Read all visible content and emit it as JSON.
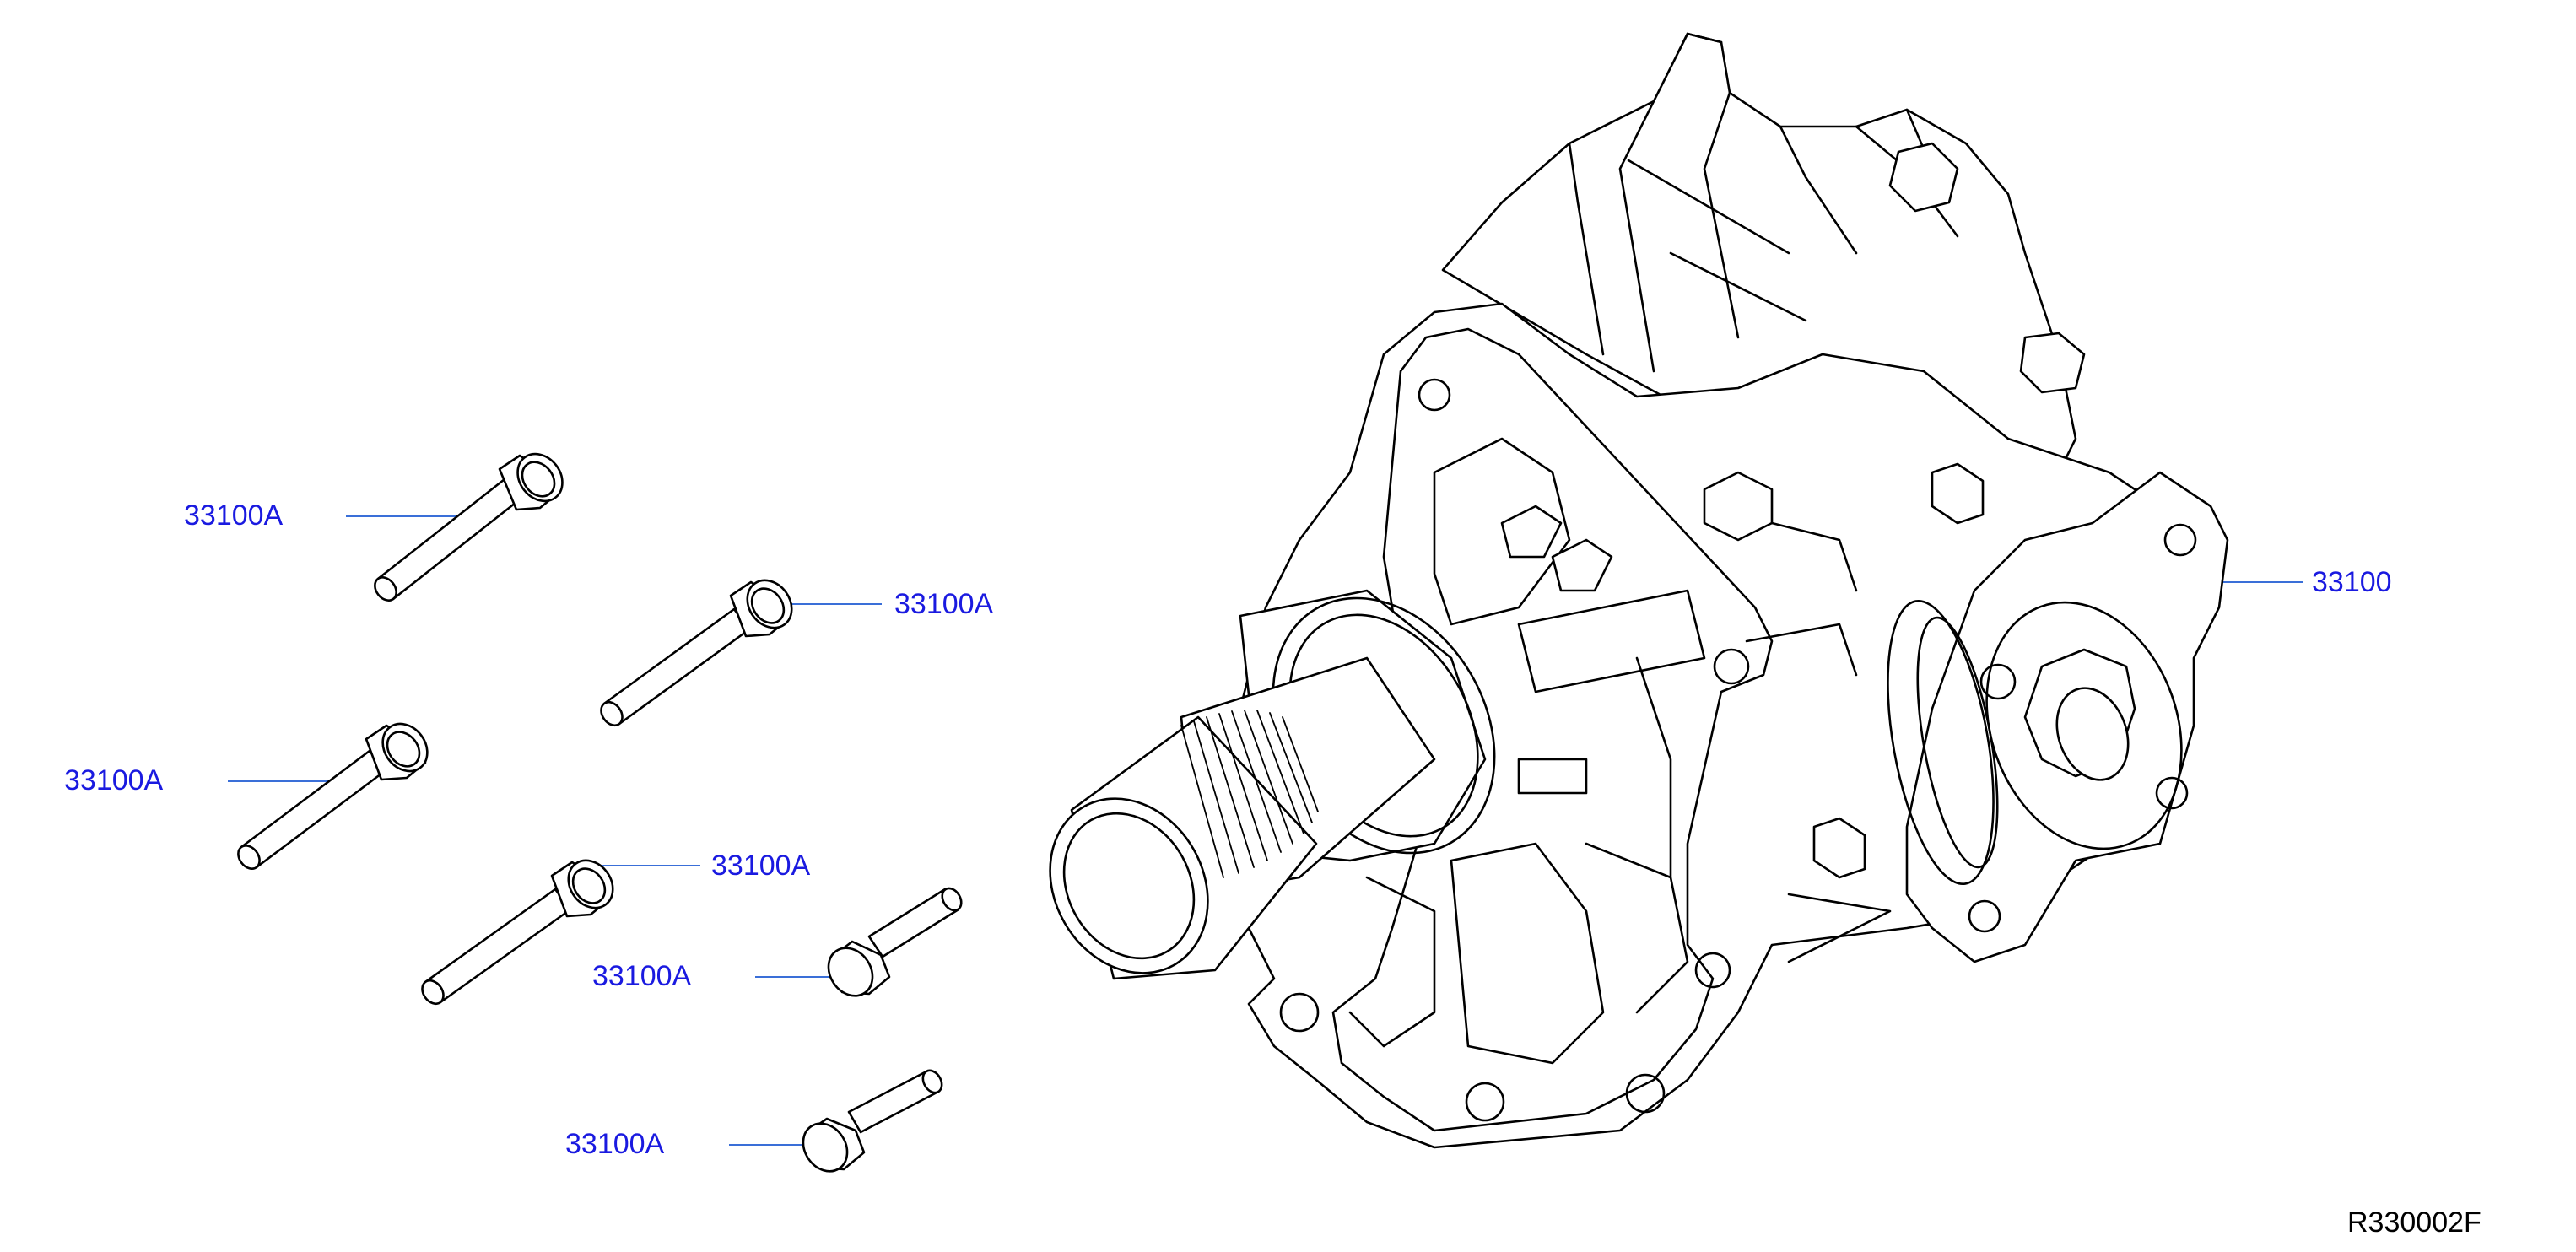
{
  "diagram": {
    "colors": {
      "callout_text": "#1a1ae0",
      "leader_line": "#3a6fd8",
      "drawing_line": "#000000",
      "figure_code": "#000000"
    },
    "callouts": [
      {
        "id": "bolt-1",
        "label": "33100A"
      },
      {
        "id": "bolt-2",
        "label": "33100A"
      },
      {
        "id": "bolt-3",
        "label": "33100A"
      },
      {
        "id": "bolt-4",
        "label": "33100A"
      },
      {
        "id": "bolt-5",
        "label": "33100A"
      },
      {
        "id": "bolt-6",
        "label": "33100A"
      },
      {
        "id": "assembly",
        "label": "33100"
      }
    ],
    "figure_code": "R330002F"
  }
}
